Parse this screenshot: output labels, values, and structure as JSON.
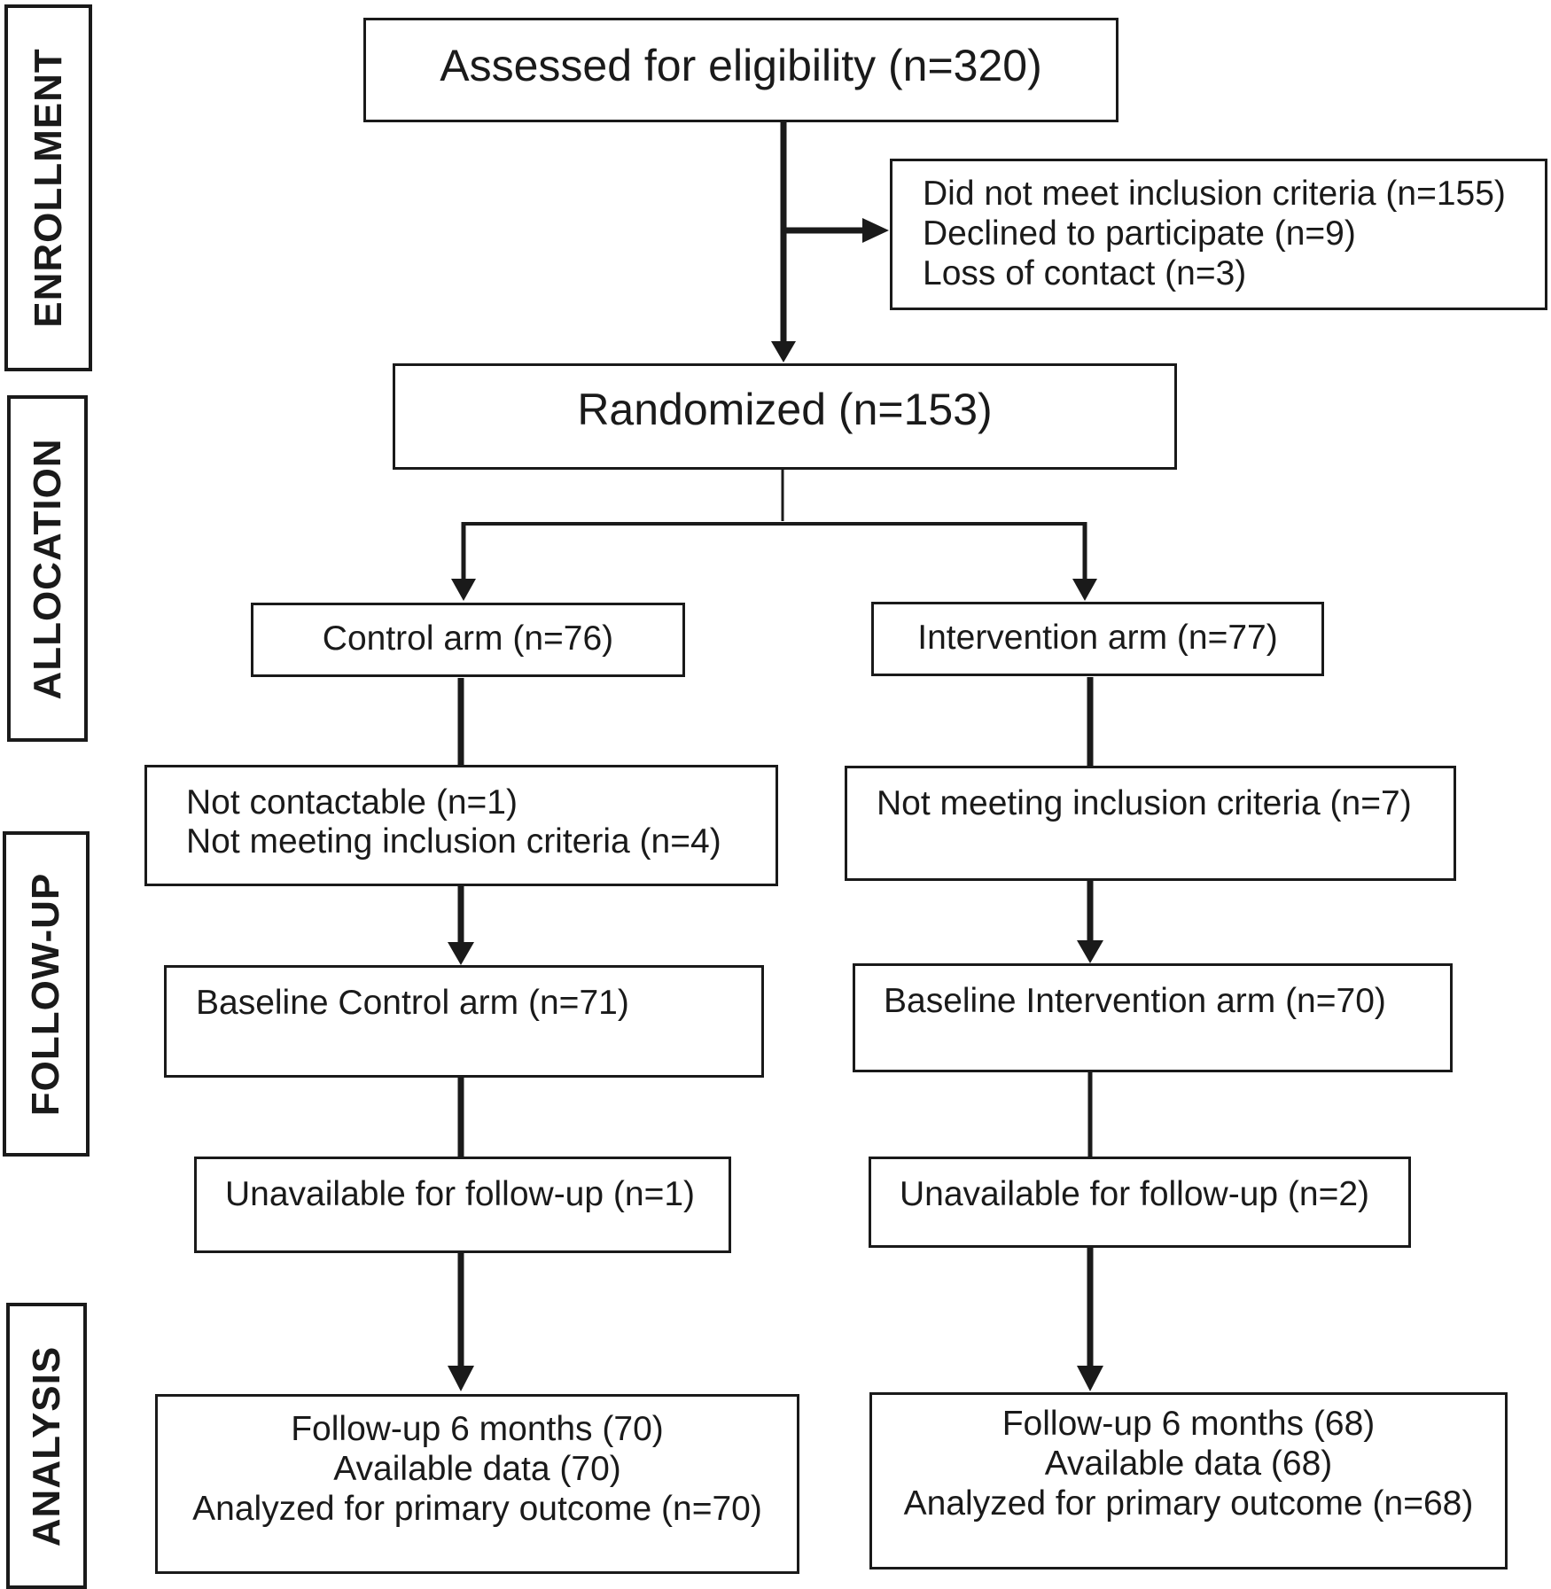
{
  "stages": {
    "enrollment": "ENROLLMENT",
    "allocation": "ALLOCATION",
    "follow_up": "FOLLOW-UP",
    "analysis": "ANALYSIS"
  },
  "assessed": "Assessed for eligibility (n=320)",
  "excluded": [
    "Did not meet inclusion criteria (n=155)",
    "Declined to participate (n=9)",
    "Loss of contact (n=3)"
  ],
  "randomized": "Randomized (n=153)",
  "control": {
    "arm": "Control arm (n=76)",
    "excluded": [
      "Not contactable (n=1)",
      "Not meeting inclusion criteria (n=4)"
    ],
    "baseline": "Baseline Control arm (n=71)",
    "lost": "Unavailable for follow-up (n=1)",
    "analysis": [
      "Follow-up 6 months (70)",
      "Available data (70)",
      "Analyzed for primary outcome (n=70)"
    ]
  },
  "intervention": {
    "arm": "Intervention arm (n=77)",
    "excluded": [
      "Not meeting inclusion criteria (n=7)"
    ],
    "baseline": "Baseline Intervention arm (n=70)",
    "lost": "Unavailable for follow-up (n=2)",
    "analysis": [
      "Follow-up 6 months (68)",
      "Available data (68)",
      "Analyzed for primary outcome (n=68)"
    ]
  }
}
